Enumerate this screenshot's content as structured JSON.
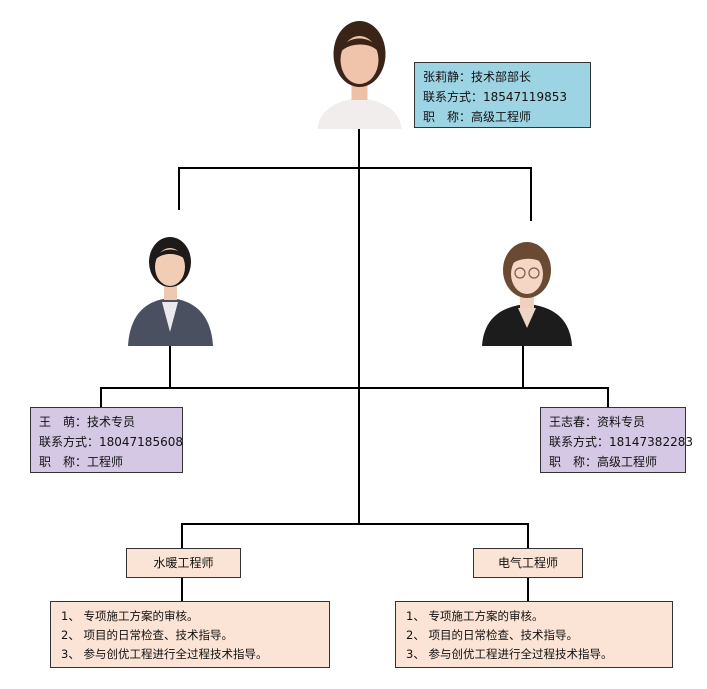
{
  "head": {
    "line1": "张莉静：技术部部长",
    "line2": "联系方式：18547119853",
    "line3": "职　称：高级工程师"
  },
  "left_member": {
    "line1": "王　萌：技术专员",
    "line2": "联系方式：18047185608",
    "line3": "职　称：工程师"
  },
  "right_member": {
    "line1": "王志春：资料专员",
    "line2": "联系方式：18147382283",
    "line3": "职　称：高级工程师"
  },
  "left_role": {
    "title": "水暖工程师",
    "duties": [
      "1、 专项施工方案的审核。",
      "2、 项目的日常检查、技术指导。",
      "3、 参与创优工程进行全过程技术指导。"
    ]
  },
  "right_role": {
    "title": "电气工程师",
    "duties": [
      "1、 专项施工方案的审核。",
      "2、 项目的日常检查、技术指导。",
      "3、 参与创优工程进行全过程技术指导。"
    ]
  },
  "colors": {
    "head_card": "#9dd4e3",
    "member_card": "#d5c8e5",
    "role_card": "#fbe4d5"
  }
}
